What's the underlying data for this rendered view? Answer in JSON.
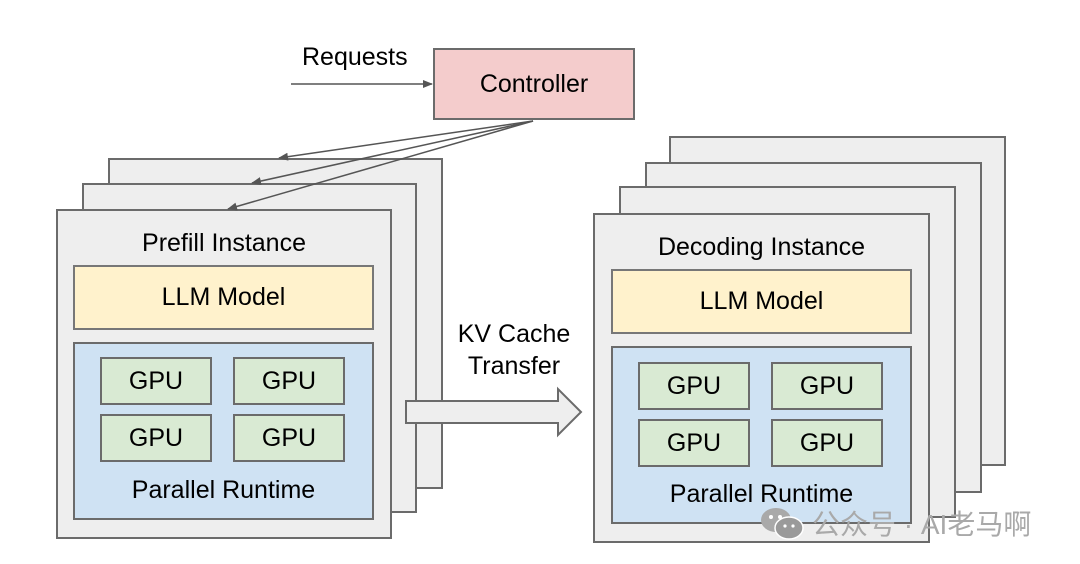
{
  "controller": {
    "label": "Controller",
    "color": "#f4cccc"
  },
  "requests_label": "Requests",
  "transfer": {
    "label_line1": "KV Cache",
    "label_line2": "Transfer"
  },
  "prefill": {
    "title": "Prefill Instance",
    "stack_count": 3,
    "model_label": "LLM Model",
    "runtime_label": "Parallel Runtime",
    "gpus": [
      "GPU",
      "GPU",
      "GPU",
      "GPU"
    ]
  },
  "decoding": {
    "title": "Decoding Instance",
    "stack_count": 4,
    "model_label": "LLM Model",
    "runtime_label": "Parallel Runtime",
    "gpus": [
      "GPU",
      "GPU",
      "GPU",
      "GPU"
    ]
  },
  "colors": {
    "instance_bg": "#eeeeee",
    "model_bg": "#fff2cc",
    "runtime_bg": "#cfe2f3",
    "gpu_bg": "#d9ead3"
  },
  "watermark": {
    "icon": "wechat-icon",
    "text": "公众号 · AI老马啊"
  }
}
